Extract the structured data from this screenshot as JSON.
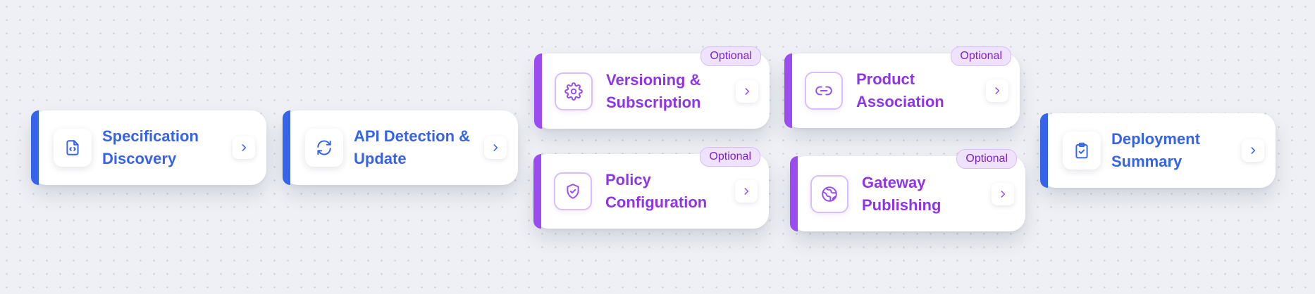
{
  "colors": {
    "required_accent": "#3563e9",
    "optional_accent": "#9a4cf0",
    "optional_text": "#8e35e8",
    "badge_bg": "#efe2fd",
    "background": "#eef0f5"
  },
  "steps": [
    {
      "line1": "Specification",
      "line2": "Discovery",
      "icon": "file-code-icon",
      "optional": false
    },
    {
      "line1": "API Detection &",
      "line2": "Update",
      "icon": "refresh-icon",
      "optional": false
    },
    {
      "line1": "Versioning &",
      "line2": "Subscription",
      "icon": "gear-icon",
      "optional": true,
      "badge": "Optional"
    },
    {
      "line1": "Policy",
      "line2": "Configuration",
      "icon": "shield-check-icon",
      "optional": true,
      "badge": "Optional"
    },
    {
      "line1": "Product",
      "line2": "Association",
      "icon": "link-icon",
      "optional": true,
      "badge": "Optional"
    },
    {
      "line1": "Gateway",
      "line2": "Publishing",
      "icon": "globe-icon",
      "optional": true,
      "badge": "Optional"
    },
    {
      "line1": "Deployment",
      "line2": "Summary",
      "icon": "clipboard-check-icon",
      "optional": false
    }
  ]
}
